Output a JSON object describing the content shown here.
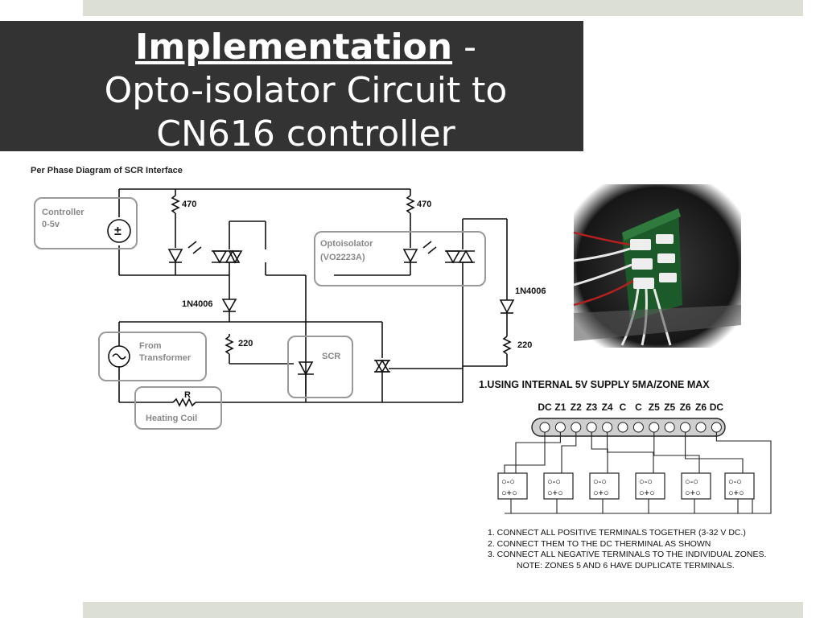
{
  "title": {
    "bold": "Implementation",
    "rest": " - Opto-isolator Circuit  to CN616 controller"
  },
  "diagram": {
    "caption": "Per Phase Diagram of SCR Interface",
    "controller_label_1": "Controller",
    "controller_label_2": "0-5v",
    "resistor_470_a": "470",
    "resistor_470_b": "470",
    "opto_label_1": "Optoisolator",
    "opto_label_2": "(VO2223A)",
    "diode_left": "1N4006",
    "diode_right": "1N4006",
    "resistor_220_a": "220",
    "resistor_220_b": "220",
    "transformer_label_1": "From",
    "transformer_label_2": "Transformer",
    "scr_label": "SCR",
    "coil_r": "R",
    "coil_label": "Heating Coil"
  },
  "wiring": {
    "heading": "1.USING INTERNAL 5V SUPPLY 5MA/ZONE MAX",
    "terminals": [
      "DC",
      "Z1",
      "Z2",
      "Z3",
      "Z4",
      "C",
      "C",
      "Z5",
      "Z5",
      "Z6",
      "Z6",
      "DC"
    ],
    "notes": [
      "1. CONNECT ALL POSITIVE TERMINALS TOGETHER (3-32 V DC.)",
      "2. CONNECT THEM TO THE DC THERMINAL AS SHOWN",
      "3. CONNECT ALL NEGATIVE TERMINALS TO THE INDIVIDUAL ZONES.",
      "NOTE: ZONES 5 AND 6 HAVE DUPLICATE TERMINALS."
    ]
  }
}
